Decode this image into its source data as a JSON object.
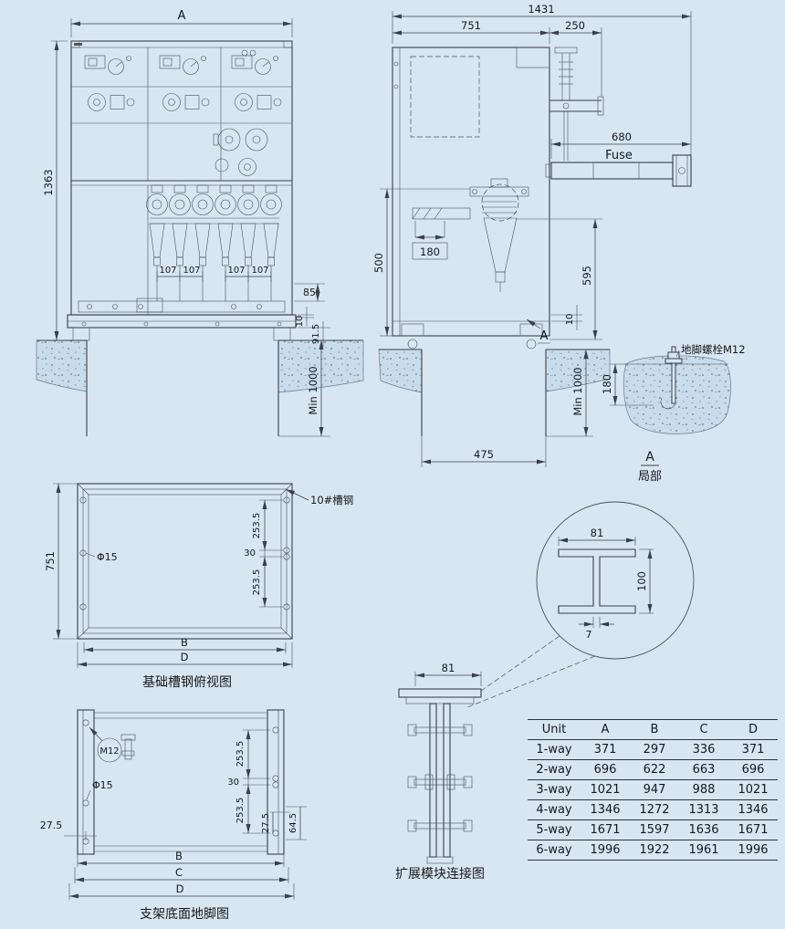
{
  "front_view": {
    "width_label": "A",
    "height": "1363",
    "spacing": [
      "107",
      "107",
      "107",
      "107"
    ],
    "dim_85": "85",
    "dim_10": "10",
    "dim_91_5": "91.5",
    "depth_min": "Min 1000"
  },
  "side_view": {
    "overall_width": "1431",
    "body_depth": "751",
    "arm_extension": "250",
    "fuse_length": "680",
    "fuse_label": "Fuse",
    "ref_180": "180",
    "dim_500": "500",
    "dim_595": "595",
    "dim_10": "10",
    "depth_min": "Min 1000",
    "pit_width": "475",
    "detail_marker": "A"
  },
  "anchor_detail": {
    "bolt_label": "地脚螺栓M12",
    "embed_depth": "180",
    "title": "A",
    "subtitle": "局部"
  },
  "foundation_plan": {
    "depth": "751",
    "hole_dia": "Φ15",
    "channel_label": "10#槽钢",
    "dim_253_5_a": "253.5",
    "dim_30": "30",
    "dim_253_5_b": "253.5",
    "dim_b": "B",
    "dim_d": "D",
    "caption": "基础槽钢俯视图"
  },
  "beam_detail": {
    "flange_width": "81",
    "height": "100",
    "web_thickness": "7"
  },
  "bracket_plan": {
    "bolt_label": "M12",
    "hole_dia": "Φ15",
    "dim_27_5_left": "27.5",
    "dim_30": "30",
    "dim_253_5_a": "253.5",
    "dim_253_5_b": "253.5",
    "dim_27_5": "27.5",
    "dim_64_5": "64.5",
    "dim_b": "B",
    "dim_c": "C",
    "dim_d": "D",
    "caption": "支架底面地脚图"
  },
  "module_detail": {
    "dim_81": "81",
    "caption": "扩展模块连接图"
  },
  "size_table": {
    "headers": [
      "Unit",
      "A",
      "B",
      "C",
      "D"
    ],
    "rows": [
      {
        "unit": "1-way",
        "a": "371",
        "b": "297",
        "c": "336",
        "d": "371"
      },
      {
        "unit": "2-way",
        "a": "696",
        "b": "622",
        "c": "663",
        "d": "696"
      },
      {
        "unit": "3-way",
        "a": "1021",
        "b": "947",
        "c": "988",
        "d": "1021"
      },
      {
        "unit": "4-way",
        "a": "1346",
        "b": "1272",
        "c": "1313",
        "d": "1346"
      },
      {
        "unit": "5-way",
        "a": "1671",
        "b": "1597",
        "c": "1636",
        "d": "1671"
      },
      {
        "unit": "6-way",
        "a": "1996",
        "b": "1922",
        "c": "1961",
        "d": "1996"
      }
    ]
  }
}
